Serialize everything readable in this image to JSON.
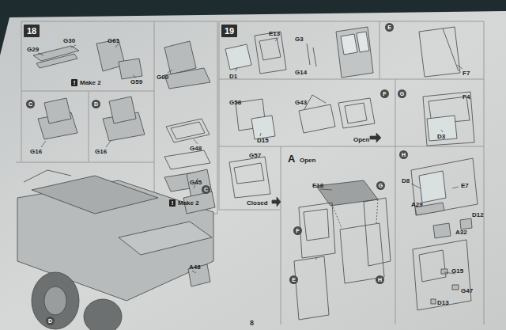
{
  "diagram": {
    "nodes": [
      {
        "text": [
          "18"
        ]
      },
      {
        "text": [
          "19"
        ]
      },
      {
        "text": [
          "C"
        ]
      },
      {
        "text": [
          "D"
        ]
      },
      {
        "text": [
          "C"
        ]
      },
      {
        "text": [
          "D"
        ]
      },
      {
        "text": [
          "E"
        ]
      },
      {
        "text": [
          "F"
        ]
      },
      {
        "text": [
          "G"
        ]
      },
      {
        "text": [
          "G"
        ]
      },
      {
        "text": [
          "F"
        ]
      },
      {
        "text": [
          "E"
        ]
      },
      {
        "text": [
          "H"
        ]
      },
      {
        "text": [
          "H"
        ]
      }
    ],
    "edges": [],
    "labels": [
      "G29",
      "G30",
      "G61",
      "!",
      "Make 2",
      "G59",
      "G16",
      "G16",
      "G60",
      "G48",
      "G45",
      "!",
      "Make 2",
      "A48",
      "E13",
      "D1",
      "G3",
      "G14",
      "F7",
      "G58",
      "G43",
      "D15",
      "Open",
      "F4",
      "D3",
      "G57",
      "Closed",
      "A",
      "Open",
      "E18",
      "D8",
      "E7",
      "A29",
      "D12",
      "A32",
      "G15",
      "G47",
      "D13",
      "8"
    ]
  }
}
